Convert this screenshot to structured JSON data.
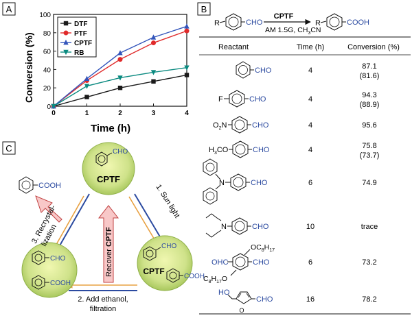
{
  "panels": {
    "a": "A",
    "b": "B",
    "c": "C"
  },
  "chart_data": {
    "type": "line",
    "xlabel": "Time (h)",
    "ylabel": "Conversion (%)",
    "xlim": [
      0,
      4
    ],
    "ylim": [
      0,
      100
    ],
    "x_ticks": [
      "0",
      "1",
      "2",
      "3",
      "4"
    ],
    "y_ticks": [
      "0",
      "20",
      "40",
      "60",
      "80",
      "100"
    ],
    "legend_position": "top-left",
    "x": [
      0,
      1,
      2,
      3,
      4
    ],
    "series": [
      {
        "name": "DTF",
        "values": [
          0,
          10,
          20,
          27,
          34
        ],
        "color": "#1a1a1a",
        "marker": "square"
      },
      {
        "name": "PTF",
        "values": [
          0,
          28,
          51,
          69,
          82
        ],
        "color": "#e02a2a",
        "marker": "circle"
      },
      {
        "name": "CPTF",
        "values": [
          0,
          30,
          58,
          75,
          87
        ],
        "color": "#3355bb",
        "marker": "triangle-up"
      },
      {
        "name": "RB",
        "values": [
          0,
          22,
          31,
          37,
          42
        ],
        "color": "#0a8a80",
        "marker": "triangle-down"
      }
    ]
  },
  "reaction": {
    "r_label": "R",
    "cho": "CHO",
    "cooh": "COOH",
    "catalyst": "CPTF",
    "conditions_a": "AM 1.5G, CH",
    "conditions_sub": "3",
    "conditions_b": "CN"
  },
  "table": {
    "headers": [
      "Reactant",
      "Time (h)",
      "Conversion (%)"
    ],
    "rows": [
      {
        "time": "4",
        "conv": "87.1",
        "conv2": "(81.6)",
        "sub_a": "",
        "sub_b": "CHO"
      },
      {
        "time": "4",
        "conv": "94.3",
        "conv2": "(88.9)",
        "sub_a": "F",
        "sub_b": "CHO"
      },
      {
        "time": "4",
        "conv": "95.6",
        "conv2": "",
        "sub_a": "O",
        "sub_b": "CHO"
      },
      {
        "time": "4",
        "conv": "75.8",
        "conv2": "(73.7)",
        "sub_a": "H",
        "sub_b": "CHO"
      },
      {
        "time": "6",
        "conv": "74.9",
        "conv2": "",
        "sub_a": "N",
        "sub_b": "CHO"
      },
      {
        "time": "10",
        "conv": "trace",
        "conv2": "",
        "sub_a": "N",
        "sub_b": "CHO"
      },
      {
        "time": "6",
        "conv": "73.2",
        "conv2": "",
        "sub_a": "OHC",
        "sub_b": "CHO"
      },
      {
        "time": "16",
        "conv": "78.2",
        "conv2": "",
        "sub_a": "HO",
        "sub_b": "CHO"
      }
    ],
    "substituents": {
      "nitro_a": "O",
      "nitro_sub": "2",
      "nitro_b": "N",
      "methoxy_a": "H",
      "methoxy_sub": "3",
      "methoxy_b": "CO",
      "oc8_a": "OC",
      "oc8_sub1": "8",
      "oc8_b": "H",
      "oc8_sub2": "17",
      "c8o_a": "C",
      "c8o_sub1": "8",
      "c8o_b": "H",
      "c8o_sub2": "17",
      "c8o_c": "O"
    }
  },
  "cycle": {
    "catalyst": "CPTF",
    "cho": "CHO",
    "cooh": "COOH",
    "step1": "1. Sun light",
    "step2_line1": "2. Add ethanol,",
    "step2_line2": "filtration",
    "step3_line1": "3. Recrystal-",
    "step3_line2": "lization",
    "recover_a": "Recover ",
    "recover_b": "CPTF"
  }
}
